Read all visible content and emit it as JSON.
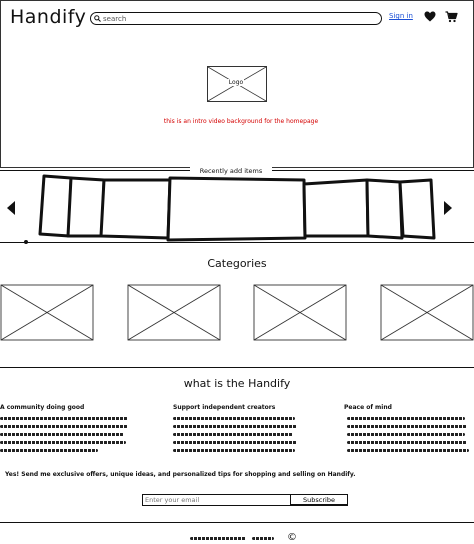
{
  "header": {
    "brand": "Handify",
    "search_placeholder": "search",
    "signin_label": "Sign in",
    "heart_icon": "heart-icon",
    "cart_icon": "cart-icon",
    "search_icon": "search-icon"
  },
  "hero": {
    "logo_label": "Logo",
    "caption": "this is an intro video background for the homepage",
    "caption_color": "#d40000"
  },
  "carousel": {
    "title": "Recently add items",
    "prev_icon": "arrow-left-icon",
    "next_icon": "arrow-right-icon"
  },
  "categories": {
    "title": "Categories"
  },
  "about": {
    "title": "what is the Handify",
    "columns": [
      {
        "heading": "A community doing good"
      },
      {
        "heading": "Support independent creators"
      },
      {
        "heading": "Peace of mind"
      }
    ]
  },
  "newsletter": {
    "text": "Yes! Send me exclusive offers, unique ideas, and personalized tips for shopping and selling on Handify.",
    "email_placeholder": "Enter your email",
    "subscribe_label": "Subscribe"
  },
  "footer": {
    "copyright_symbol": "©",
    "copyright_icon": "copyright-icon"
  },
  "colors": {
    "link": "#1a4fd6",
    "ink": "#111111",
    "background": "#ffffff"
  }
}
